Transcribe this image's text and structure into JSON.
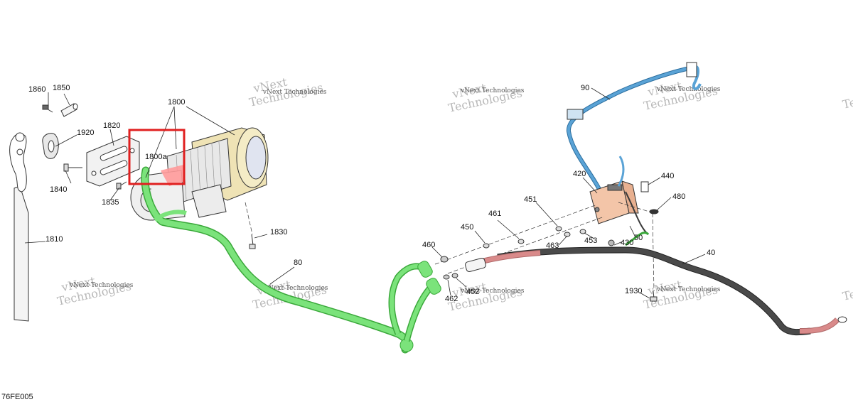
{
  "figure_code": "76FE005",
  "watermark": {
    "line1": "vNext",
    "line2": "Technologies",
    "small": "vNext Technologies"
  },
  "callouts": {
    "c1860": "1860",
    "c1850": "1850",
    "c1920": "1920",
    "c1820": "1820",
    "c1800": "1800",
    "c1800a": "1800a",
    "c1840": "1840",
    "c1835": "1835",
    "c1810": "1810",
    "c1830": "1830",
    "c80": "80",
    "c90": "90",
    "c420": "420",
    "c440": "440",
    "c480": "480",
    "c451": "451",
    "c461": "461",
    "c450": "450",
    "c460": "460",
    "c463": "463",
    "c453": "453",
    "c430": "430",
    "c50": "50",
    "c40": "40",
    "c462": "462",
    "c452": "452",
    "c1930": "1930"
  },
  "colors": {
    "highlight_box": "#e02020",
    "highlight_fill": "#ff9a9a",
    "harness_green": "#7be37b",
    "harness_green_dark": "#3aa83a",
    "cable_blue": "#5aa3d6",
    "cable_black": "#4a4a4a",
    "cable_red": "#d98a8a",
    "winch_body": "#efe3b5",
    "watermark": "#b8b8b8"
  }
}
